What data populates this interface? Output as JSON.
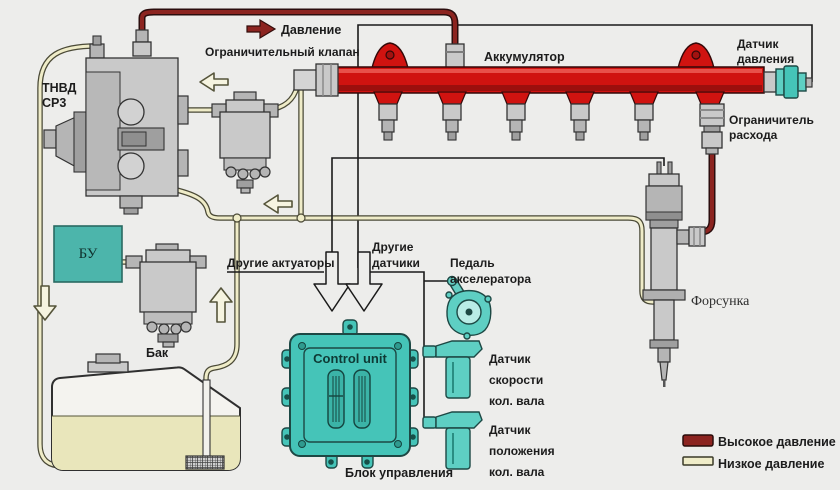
{
  "diagram": {
    "title_hint": "Common Rail fuel system schematic (Russian)",
    "labels": {
      "pressure": "Давление",
      "limit_valve": "Ограничительный клапан",
      "pump_line1": "ТНВД",
      "pump_line2": "СР3",
      "accumulator": "Аккумулятор",
      "pressure_sensor_l1": "Датчик",
      "pressure_sensor_l2": "давления",
      "flow_limiter_l1": "Ограничитель",
      "flow_limiter_l2": "расхода",
      "injector": "Форсунка",
      "ecu_abbr": "БУ",
      "tank": "Бак",
      "other_actuators": "Другие актуаторы",
      "other_sensors_l1": "Другие",
      "other_sensors_l2": "датчики",
      "pedal_l1": "Педаль",
      "pedal_l2": "акселератора",
      "control_unit": "Control unit",
      "control_unit_caption": "Блок управления",
      "speed_sensor_l1": "Датчик",
      "speed_sensor_l2": "скорости",
      "speed_sensor_l3": "кол. вала",
      "position_sensor_l1": "Датчик",
      "position_sensor_l2": "положения",
      "position_sensor_l3": "кол. вала",
      "legend_high": "Высокое давление",
      "legend_low": "Низкое давление"
    },
    "colors": {
      "background": "#ededeb",
      "rail_red": "#d01310",
      "high_pressure": "#8c2420",
      "low_pressure_fill": "#efecc8",
      "low_pressure_edge": "#4a4936",
      "component_teal": "#45c4b8",
      "bu_teal": "#4cb5ab",
      "sensor_teal": "#5ecfc3",
      "fuel": "#e9e6bb",
      "wire": "#1a1a1a"
    }
  }
}
